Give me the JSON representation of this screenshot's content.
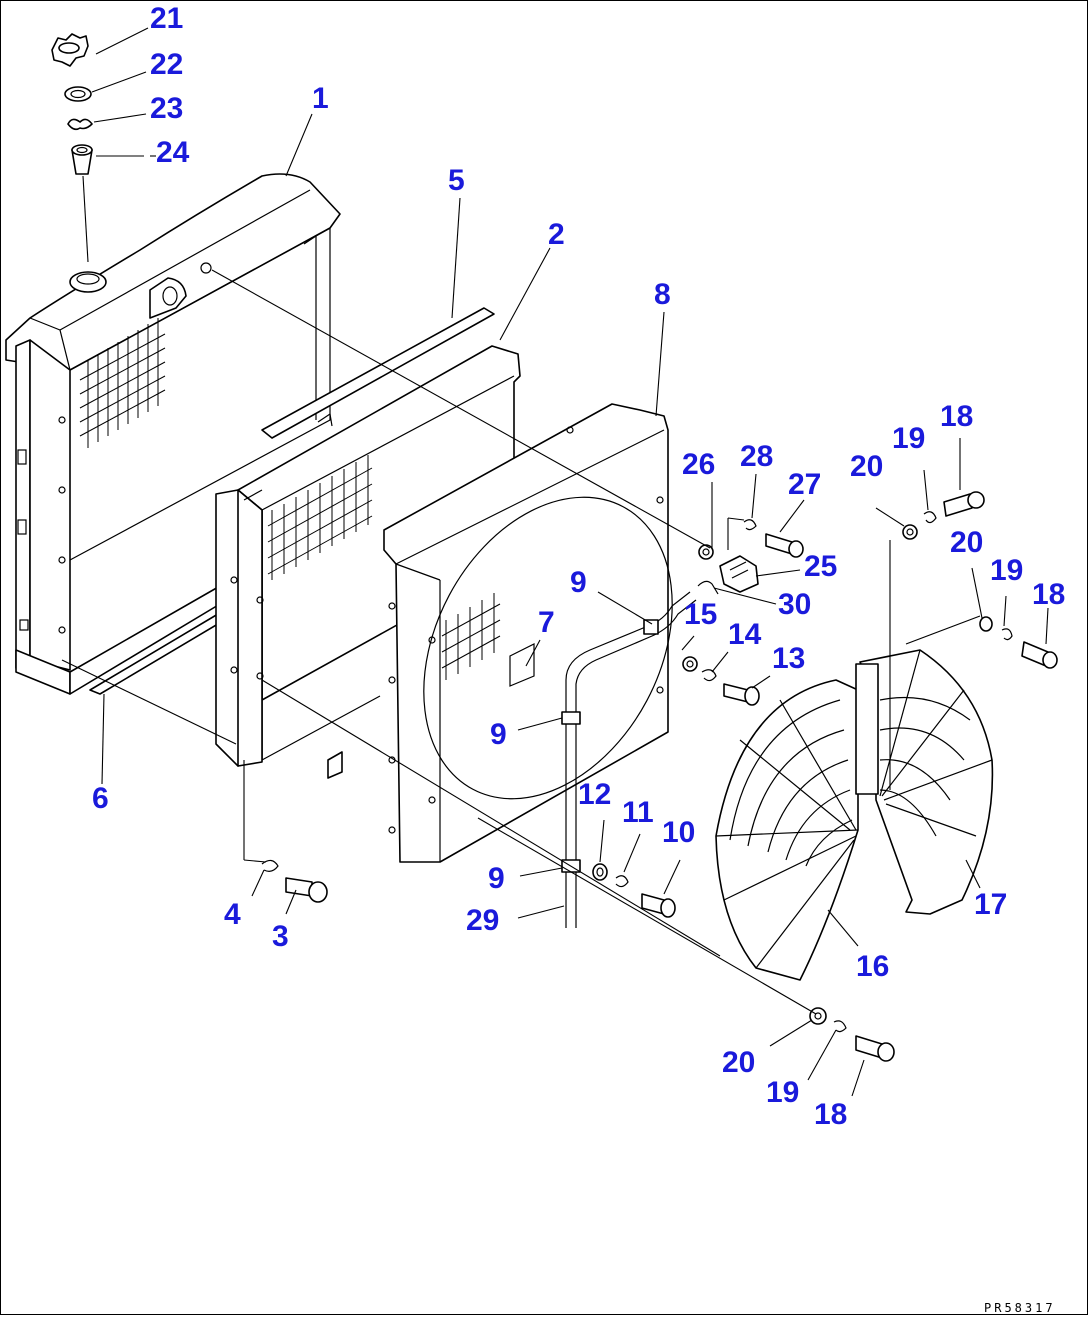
{
  "diagram": {
    "drawing_code": "PR58317",
    "callouts": [
      {
        "id": "c21",
        "label": "21"
      },
      {
        "id": "c22",
        "label": "22"
      },
      {
        "id": "c23",
        "label": "23"
      },
      {
        "id": "c24",
        "label": "24"
      },
      {
        "id": "c1",
        "label": "1"
      },
      {
        "id": "c5",
        "label": "5"
      },
      {
        "id": "c2",
        "label": "2"
      },
      {
        "id": "c8",
        "label": "8"
      },
      {
        "id": "c26",
        "label": "26"
      },
      {
        "id": "c28",
        "label": "28"
      },
      {
        "id": "c27",
        "label": "27"
      },
      {
        "id": "c25",
        "label": "25"
      },
      {
        "id": "c30",
        "label": "30"
      },
      {
        "id": "c9a",
        "label": "9"
      },
      {
        "id": "c15",
        "label": "15"
      },
      {
        "id": "c14",
        "label": "14"
      },
      {
        "id": "c13",
        "label": "13"
      },
      {
        "id": "c7",
        "label": "7"
      },
      {
        "id": "c9b",
        "label": "9"
      },
      {
        "id": "c6",
        "label": "6"
      },
      {
        "id": "c12",
        "label": "12"
      },
      {
        "id": "c11",
        "label": "11"
      },
      {
        "id": "c10",
        "label": "10"
      },
      {
        "id": "c9c",
        "label": "9"
      },
      {
        "id": "c29",
        "label": "29"
      },
      {
        "id": "c4",
        "label": "4"
      },
      {
        "id": "c3",
        "label": "3"
      },
      {
        "id": "c20a",
        "label": "20"
      },
      {
        "id": "c19a",
        "label": "19"
      },
      {
        "id": "c18a",
        "label": "18"
      },
      {
        "id": "c20b",
        "label": "20"
      },
      {
        "id": "c19b",
        "label": "19"
      },
      {
        "id": "c18b",
        "label": "18"
      },
      {
        "id": "c17",
        "label": "17"
      },
      {
        "id": "c16",
        "label": "16"
      },
      {
        "id": "c20c",
        "label": "20"
      },
      {
        "id": "c19c",
        "label": "19"
      },
      {
        "id": "c18c",
        "label": "18"
      }
    ]
  }
}
